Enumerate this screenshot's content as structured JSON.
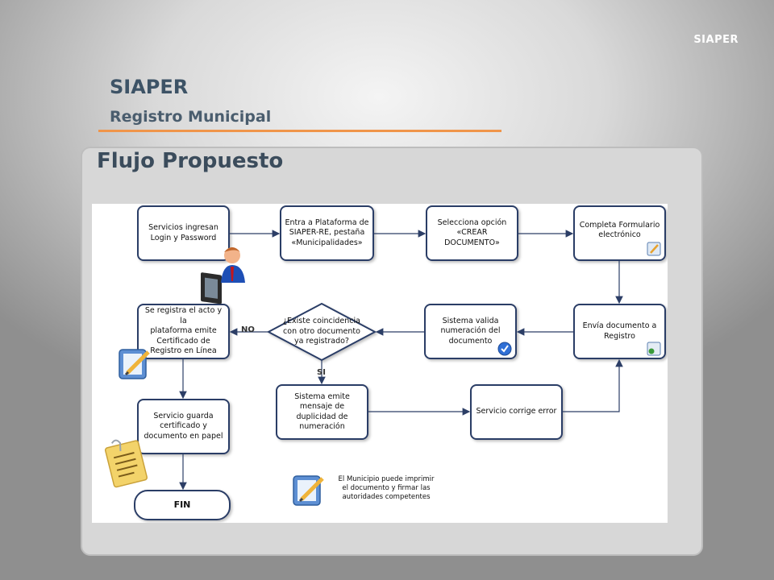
{
  "header": {
    "tag": "SIAPER"
  },
  "slide": {
    "title": "SIAPER",
    "subtitle": "Registro Municipal",
    "panel_title": "Flujo Propuesto"
  },
  "colors": {
    "accent": "#f0954a",
    "node_border": "#2c3e66",
    "node_fill": "#ffffff",
    "title": "#3d5366"
  },
  "flow": {
    "nodes": {
      "login": "Servicios ingresan\nLogin y Password",
      "plataforma": "Entra a Plataforma de\nSIAPER-RE, pestaña\n«Municipalidades»",
      "crear": "Selecciona opción\n«CREAR\nDOCUMENTO»",
      "formulario": "Completa Formulario\nelectrónico",
      "envia": "Envía documento a\nRegistro",
      "valida": "Sistema valida\nnumeración  del\ndocumento",
      "coincidencia": "¿Existe coincidencia\ncon otro documento\nya registrado?",
      "registra": "Se registra el acto y la\nplataforma emite\nCertificado de\nRegistro en Línea",
      "guarda": "Servicio guarda\ncertificado y\ndocumento en papel",
      "fin": "FIN",
      "duplicidad": "Sistema emite\nmensaje de\nduplicidad de\nnumeración",
      "corrige": "Servicio corrige error"
    },
    "edges": {
      "no": "NO",
      "si": "SI"
    },
    "note": "El Municipio puede imprimir\nel documento y firmar las\nautoridades competentes",
    "icons": [
      "user-computer-icon",
      "form-edit-icon",
      "send-icon",
      "check-icon",
      "pencil-form-icon",
      "clipboard-icon",
      "pencil-note-icon"
    ]
  }
}
